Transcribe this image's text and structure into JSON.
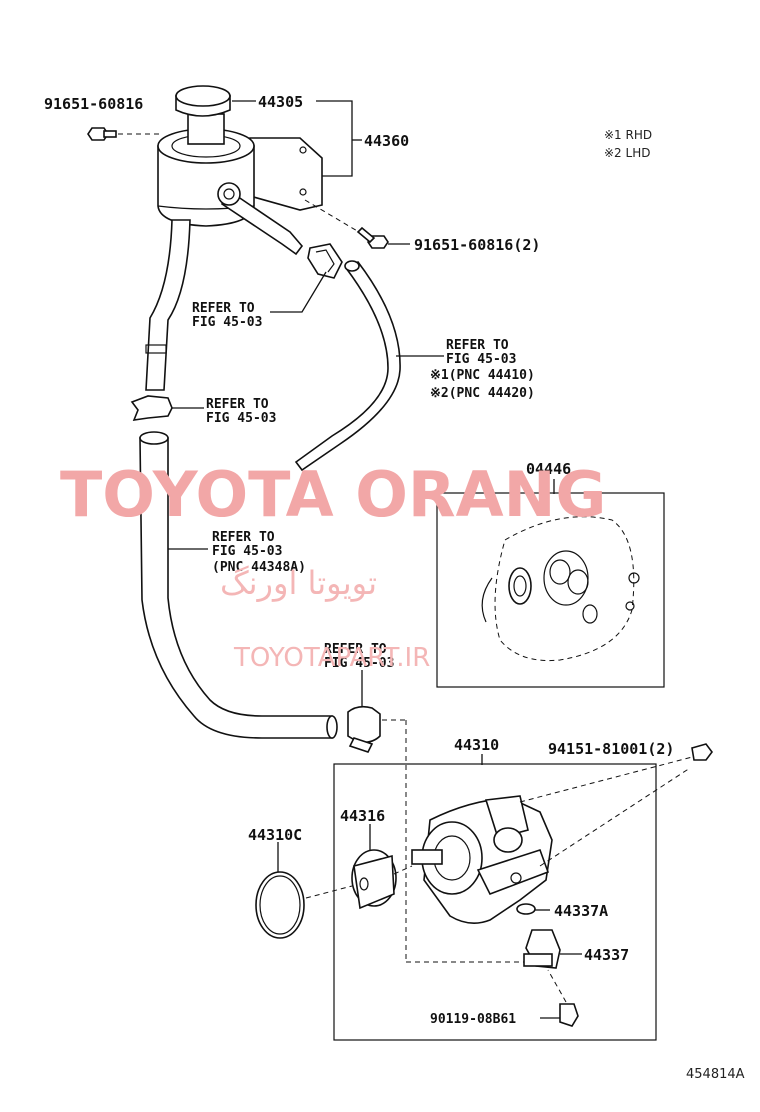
{
  "parts": {
    "bolt_left": "91651-60816",
    "cap": "44305",
    "reservoir": "44360",
    "bolt_right": "91651-60816(2)",
    "seal_kit": "04446",
    "pump": "44310",
    "pump_bolt": "94151-81001(2)",
    "oring_large": "44310C",
    "pulley": "44316",
    "oring_small": "44337A",
    "union": "44337",
    "union_bolt": "90119-08B61"
  },
  "notes": {
    "rhd": "※1 RHD",
    "lhd": "※2 LHD"
  },
  "refer_upper": {
    "line1": "REFER TO",
    "line2": "FIG 45-03"
  },
  "refer_clamp": {
    "line1": "REFER TO",
    "line2": "FIG 45-03"
  },
  "refer_return": {
    "line1": "REFER TO",
    "line2": "FIG 45-03",
    "line3": "※1(PNC 44410)",
    "line4": "※2(PNC 44420)"
  },
  "refer_hose": {
    "line1": "REFER TO",
    "line2": "FIG 45-03",
    "line3": "(PNC 44348A)"
  },
  "refer_lower": {
    "line1": "REFER TO",
    "line2": "FIG 45-03"
  },
  "watermark": {
    "title": "TOYOTA ORANG",
    "persian": "تویوتا اورنگ",
    "url": "TOYOTAPART.IR"
  },
  "figure_code": "454814A"
}
